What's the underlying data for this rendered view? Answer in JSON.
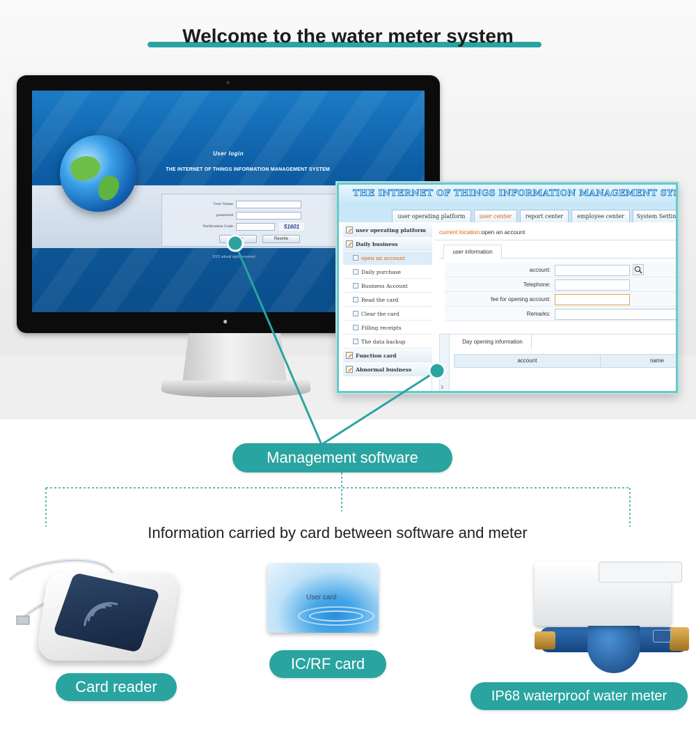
{
  "page": {
    "title": "Welcome to the water meter system",
    "info_text": "Information carried by card between software and meter"
  },
  "login_screen": {
    "heading": "User login",
    "system_name": "THE INTERNET OF THINGS INFORMATION MANAGEMENT SYSTEM",
    "username_label": "User Name",
    "password_label": "password",
    "verification_label": "Verification Code",
    "captcha": "51601",
    "login_button": "Login",
    "rewrite_button": "Rewrite",
    "footer": "2021 sdmall rights reserved"
  },
  "app": {
    "title": "THE INTERNET OF THINGS INFORMATION MANAGEMENT SYSTEM",
    "tabs": [
      {
        "label": "user operating platform"
      },
      {
        "label": "user center"
      },
      {
        "label": "report center"
      },
      {
        "label": "employee center"
      },
      {
        "label": "System Settin"
      }
    ],
    "active_tab": "user center",
    "sidebar": [
      {
        "label": "user operating platform"
      },
      {
        "label": "Daily business"
      },
      {
        "label": "open an account"
      },
      {
        "label": "Daily purchase"
      },
      {
        "label": "Business Account"
      },
      {
        "label": "Read the card"
      },
      {
        "label": "Clear the card"
      },
      {
        "label": "Filling receipts"
      },
      {
        "label": "The data backup"
      },
      {
        "label": "Function card"
      },
      {
        "label": "Abnormal business"
      }
    ],
    "location_prefix": "current location:",
    "location_value": "open an account",
    "user_info_tab": "user information",
    "form": [
      {
        "label": "account:"
      },
      {
        "label": "Telephone:"
      },
      {
        "label": "fee for opening account:"
      },
      {
        "label": "Remarks:"
      }
    ],
    "day_tab": "Day opening information",
    "day_columns": [
      "account",
      "name"
    ]
  },
  "labels": {
    "management_software": "Management software",
    "ic_rf_card": "IC/RF card",
    "card_reader": "Card reader",
    "water_meter": "IP68 waterproof water meter",
    "user_card": "User card"
  },
  "colors": {
    "accent": "#2aa4a0",
    "app_border": "#6fc6c9"
  }
}
